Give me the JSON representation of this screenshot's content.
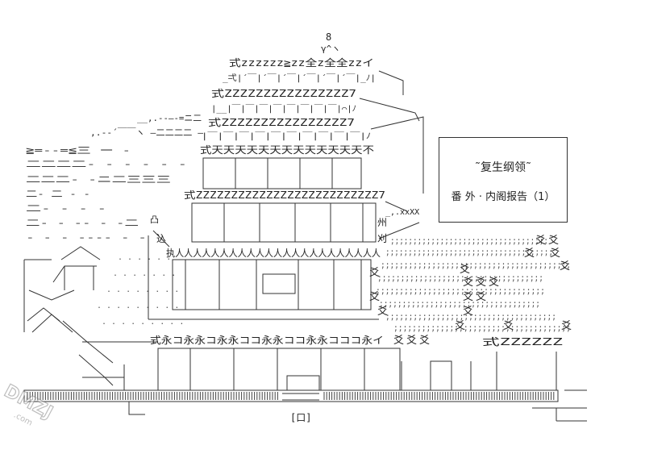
{
  "caption": {
    "title": "˜复生纲领˜",
    "subtitle": "番 外 · 内阁报告（1）"
  },
  "artwork": {
    "subject": "ascii-art-palace",
    "top_glyph": "8",
    "roof_rows": [
      "式zzzzzz≧zz全z全全zzイ",
      "式ZZZZZZZZZZZZZZZZ7",
      "式ZZZZZZZZZZZZZZZZ7",
      "式天天天天天天天天天天天天天不",
      "式ZZZZZZZZZZZZZZZZZZZZZZZZZZ7"
    ],
    "balcony_row": "执人人人人人人人人人人人人人人人人人人人人人人人",
    "lower_eave": "式永コ永永コ永永ココ永永ココ永永コココ永イ",
    "side_eave": "式ZZZZZZ",
    "tree_glyph": "爻",
    "side_labels": [
      "州",
      "刈",
      "凸",
      "込"
    ],
    "gate_label": "[口]"
  }
}
